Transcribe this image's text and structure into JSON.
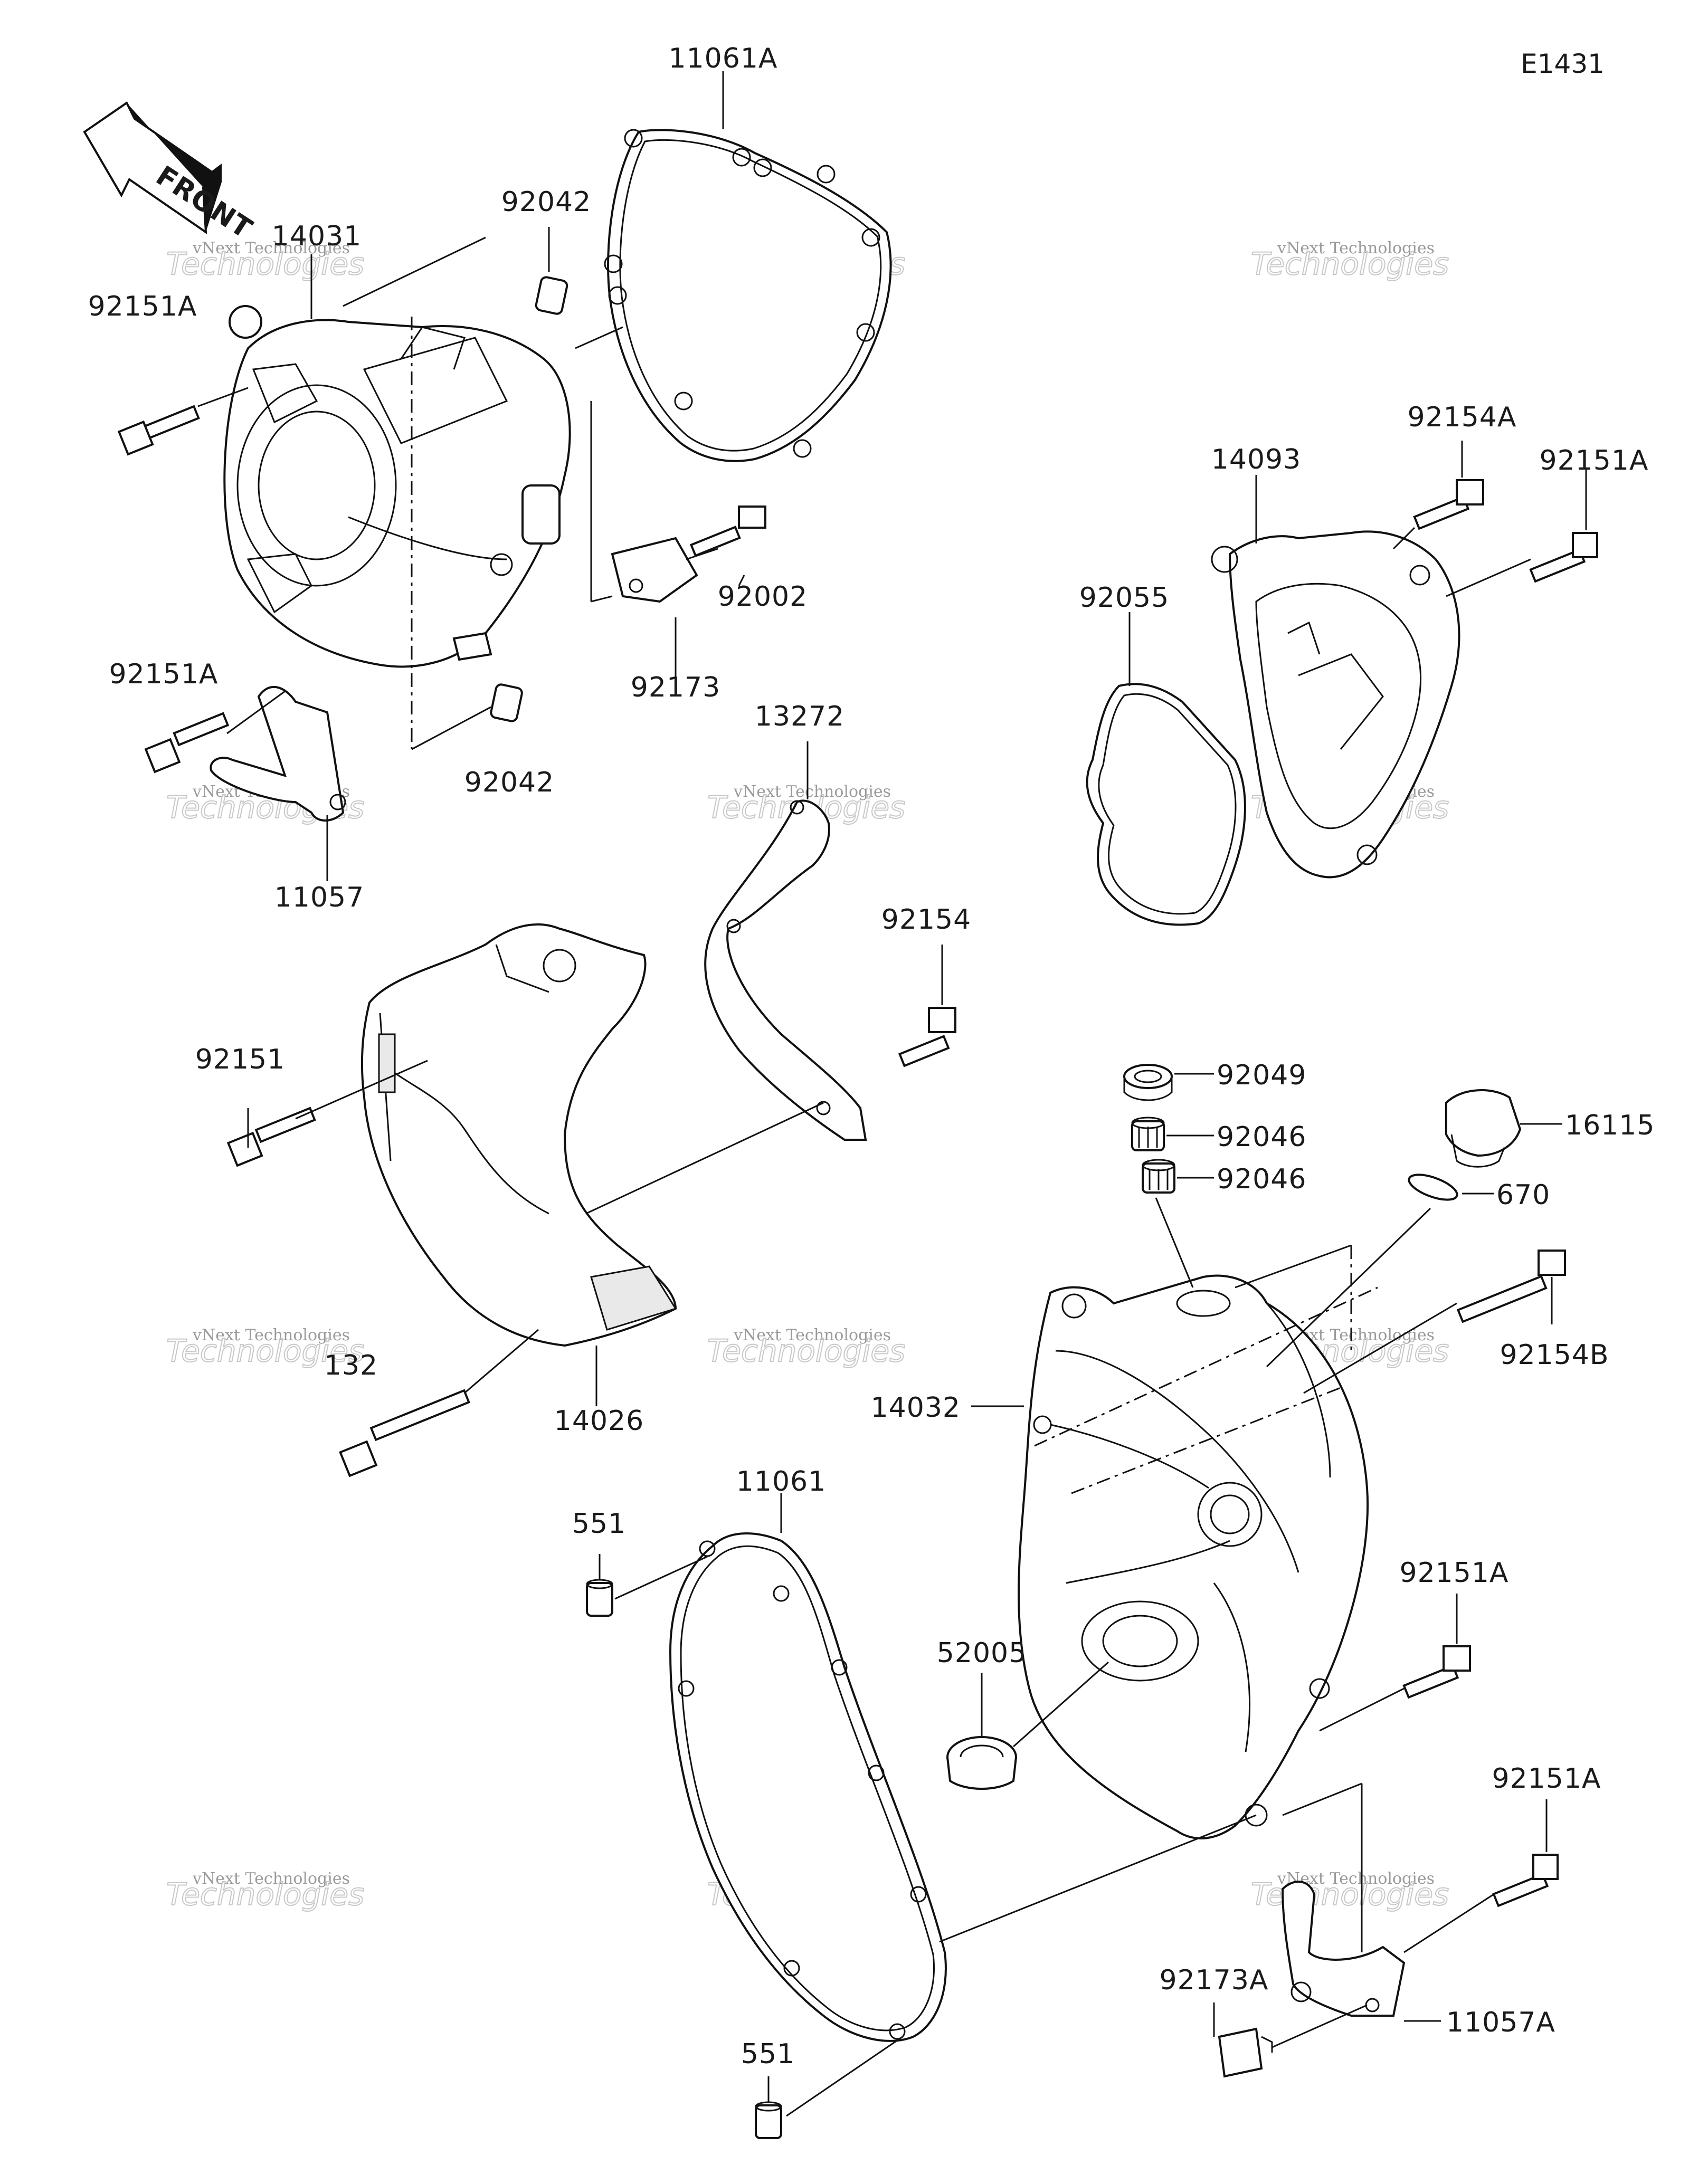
{
  "diagram": {
    "ref_code": "E1431",
    "front_label": "FRONT",
    "watermark": {
      "line1": "vNext Technologies",
      "line2": "Technologies"
    },
    "parts": [
      {
        "id": "p1",
        "label": "11061A"
      },
      {
        "id": "p2",
        "label": "92042"
      },
      {
        "id": "p3",
        "label": "14031"
      },
      {
        "id": "p4",
        "label": "92151A"
      },
      {
        "id": "p5",
        "label": "92002"
      },
      {
        "id": "p6",
        "label": "92173"
      },
      {
        "id": "p7",
        "label": "92151A"
      },
      {
        "id": "p8",
        "label": "92042"
      },
      {
        "id": "p9",
        "label": "11057"
      },
      {
        "id": "p10",
        "label": "13272"
      },
      {
        "id": "p11",
        "label": "92154"
      },
      {
        "id": "p12",
        "label": "92151"
      },
      {
        "id": "p13",
        "label": "132"
      },
      {
        "id": "p14",
        "label": "14026"
      },
      {
        "id": "p15",
        "label": "92154A"
      },
      {
        "id": "p16",
        "label": "92151A"
      },
      {
        "id": "p17",
        "label": "14093"
      },
      {
        "id": "p18",
        "label": "92055"
      },
      {
        "id": "p19",
        "label": "92049"
      },
      {
        "id": "p20",
        "label": "92046"
      },
      {
        "id": "p21",
        "label": "92046"
      },
      {
        "id": "p22",
        "label": "16115"
      },
      {
        "id": "p23",
        "label": "670"
      },
      {
        "id": "p24",
        "label": "92154B"
      },
      {
        "id": "p25",
        "label": "14032"
      },
      {
        "id": "p26",
        "label": "551"
      },
      {
        "id": "p27",
        "label": "11061"
      },
      {
        "id": "p28",
        "label": "52005"
      },
      {
        "id": "p29",
        "label": "92151A"
      },
      {
        "id": "p30",
        "label": "92151A"
      },
      {
        "id": "p31",
        "label": "92173A"
      },
      {
        "id": "p32",
        "label": "11057A"
      },
      {
        "id": "p33",
        "label": "551"
      }
    ]
  }
}
